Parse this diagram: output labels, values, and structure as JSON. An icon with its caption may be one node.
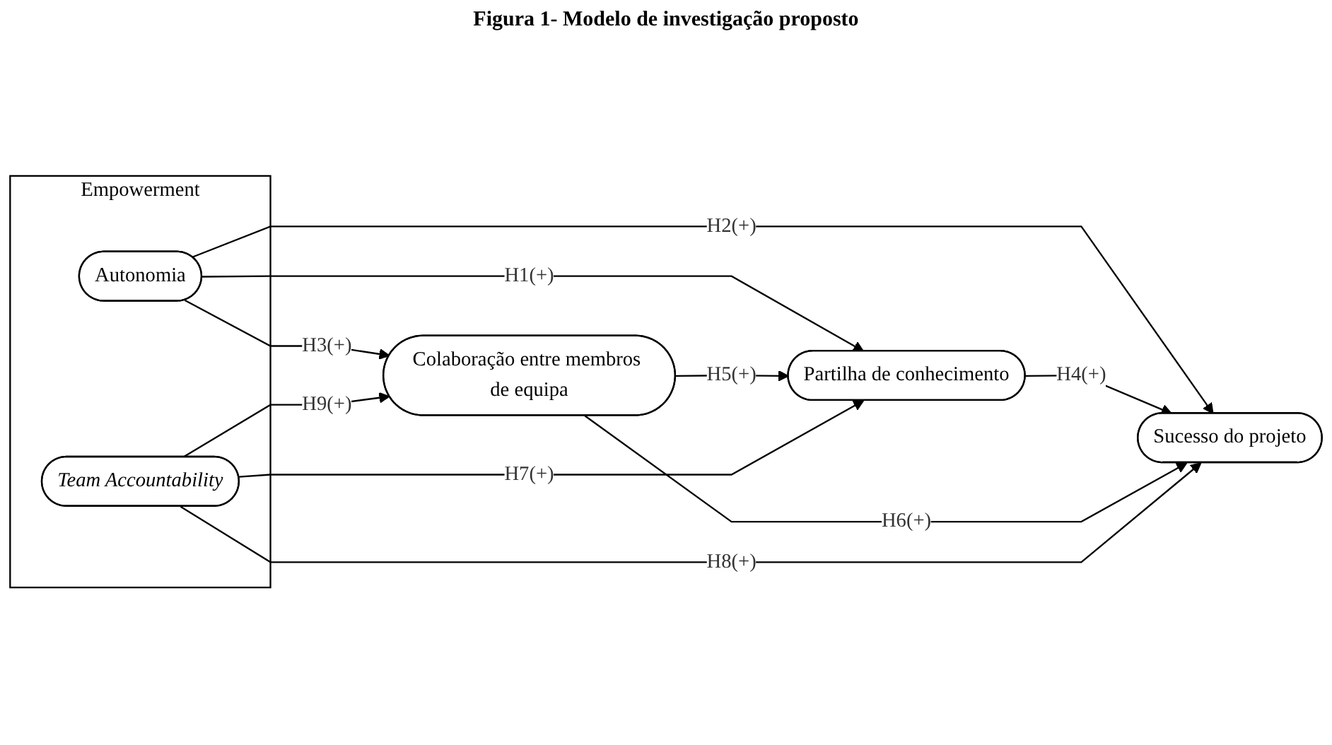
{
  "diagram": {
    "title": "Figura 1- Modelo de investigação proposto",
    "nodes": [
      {
        "text": [
          "Empowerment"
        ]
      },
      {
        "text": [
          "Autonomia"
        ],
        "in": 0
      },
      {
        "text": [
          "Team Accountability"
        ],
        "in": 0
      },
      {
        "text": [
          "Partilha de conhecimento"
        ]
      },
      {
        "text": [
          "Colaboração entre membros de equipa"
        ]
      },
      {
        "text": [
          "Sucesso do projeto"
        ]
      }
    ],
    "edges": [
      {
        "from": 1,
        "to": 5,
        "arrow": "to",
        "label": "H2(+)"
      },
      {
        "from": 1,
        "to": 3,
        "arrow": "to",
        "label": "H1(+)"
      },
      {
        "from": 3,
        "to": 5,
        "arrow": "to",
        "label": "H4(+)"
      },
      {
        "from": 1,
        "to": 4,
        "arrow": "to",
        "label": "H3(+)"
      },
      {
        "from": 4,
        "to": 3,
        "arrow": "to",
        "label": "H5(+)"
      },
      {
        "from": 2,
        "to": 3,
        "arrow": "to",
        "label": "H7(+)"
      },
      {
        "from": 4,
        "to": 5,
        "arrow": "to",
        "label": "H6(+)"
      },
      {
        "from": 2,
        "to": 4,
        "arrow": "to",
        "label": "H9(+)"
      },
      {
        "from": 2,
        "to": 5,
        "arrow": "to",
        "label": "H8(+)"
      }
    ]
  }
}
